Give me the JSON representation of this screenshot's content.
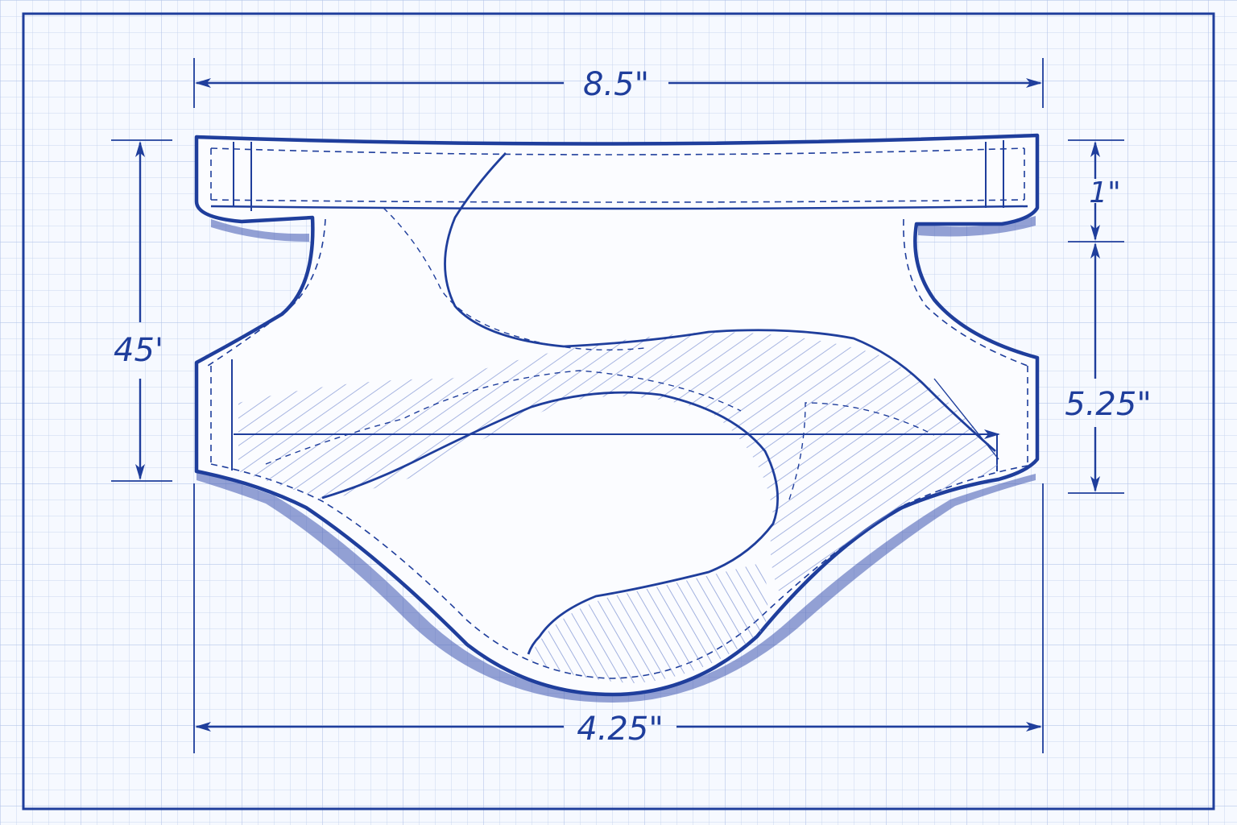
{
  "diagram": {
    "dimensions": {
      "top_width": "8.5\"",
      "bottom_width": "4.25\"",
      "left_height": "45'",
      "waistband_height": "1\"",
      "lower_height": "5.25\""
    },
    "colors": {
      "ink": "#1f3e9c",
      "ink_light": "#5c74c4",
      "grid_minor": "#c9d6ef",
      "grid_major": "#a9bde6",
      "paper": "#f6f9ff",
      "frame": "#1f3e9c"
    },
    "style": "blueprint sketch on graph paper"
  }
}
